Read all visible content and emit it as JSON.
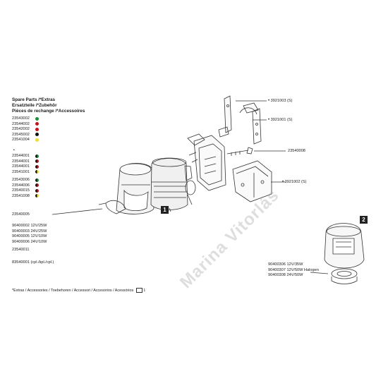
{
  "header": {
    "line1": "Spare Parts /*Extras",
    "line2": "Ersatzteile /*Zubehör",
    "line3": "Pièces de rechange /*Accessoires"
  },
  "left_parts": {
    "g1": [
      "23543002",
      "23544002",
      "23542002",
      "23545002",
      "23541004"
    ],
    "g1_colors": [
      "#1e8c3a",
      "#c3161c",
      "#c3161c",
      "#111111",
      "#f0dd32"
    ],
    "g2_icon": "lamp-small-icon",
    "g2": [
      "23544001",
      "23544001",
      "23544001",
      "23541001"
    ],
    "g3": [
      "23543006",
      "23544006",
      "23540015",
      "23541008"
    ],
    "p_23540005": "23540005",
    "bulbs": [
      "90400002 12V/25W",
      "90400003 24V/25W",
      "90400005 12V/10W",
      "90400006 24V/10W"
    ],
    "p_23540011": "23540011",
    "p_83540001": "83540001 (cpl./kpl./cpl.)"
  },
  "right_parts": {
    "r1": "3921003 (S)",
    "r2": "3921001 (S)",
    "r3": "23540008",
    "r4": "3921002 (S)"
  },
  "item2_parts": [
    "90400306 12V/35W",
    "90400307 12V/50W Halogen",
    "90400308 24V/50W"
  ],
  "badges": {
    "one": "1",
    "two": "2"
  },
  "footer": {
    "text": "*Extras / Accessories / Toebehoren / Accessori / Accesorios / Acessórios",
    "box_label": "1"
  },
  "watermark": "Marina Vitorlás"
}
